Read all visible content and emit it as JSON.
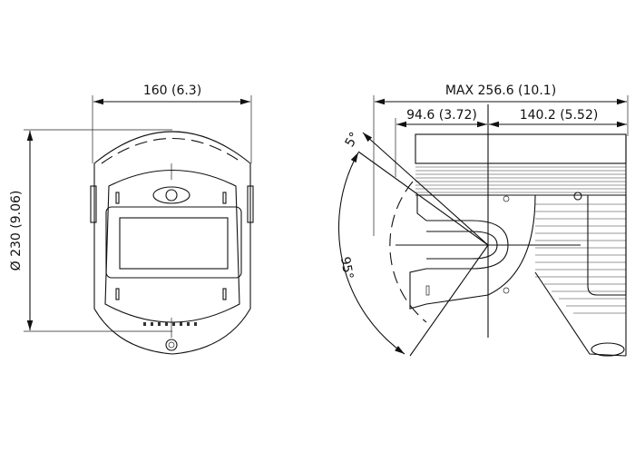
{
  "front_view": {
    "width_dimension": "160 (6.3)",
    "diameter_dimension": "Ø 230 (9.06)"
  },
  "side_view": {
    "max_dimension": "MAX 256.6 (10.1)",
    "front_dimension": "94.6 (3.72)",
    "rear_dimension": "140.2 (5.52)",
    "tilt_up_angle": "5°",
    "tilt_range_angle": "95°"
  }
}
